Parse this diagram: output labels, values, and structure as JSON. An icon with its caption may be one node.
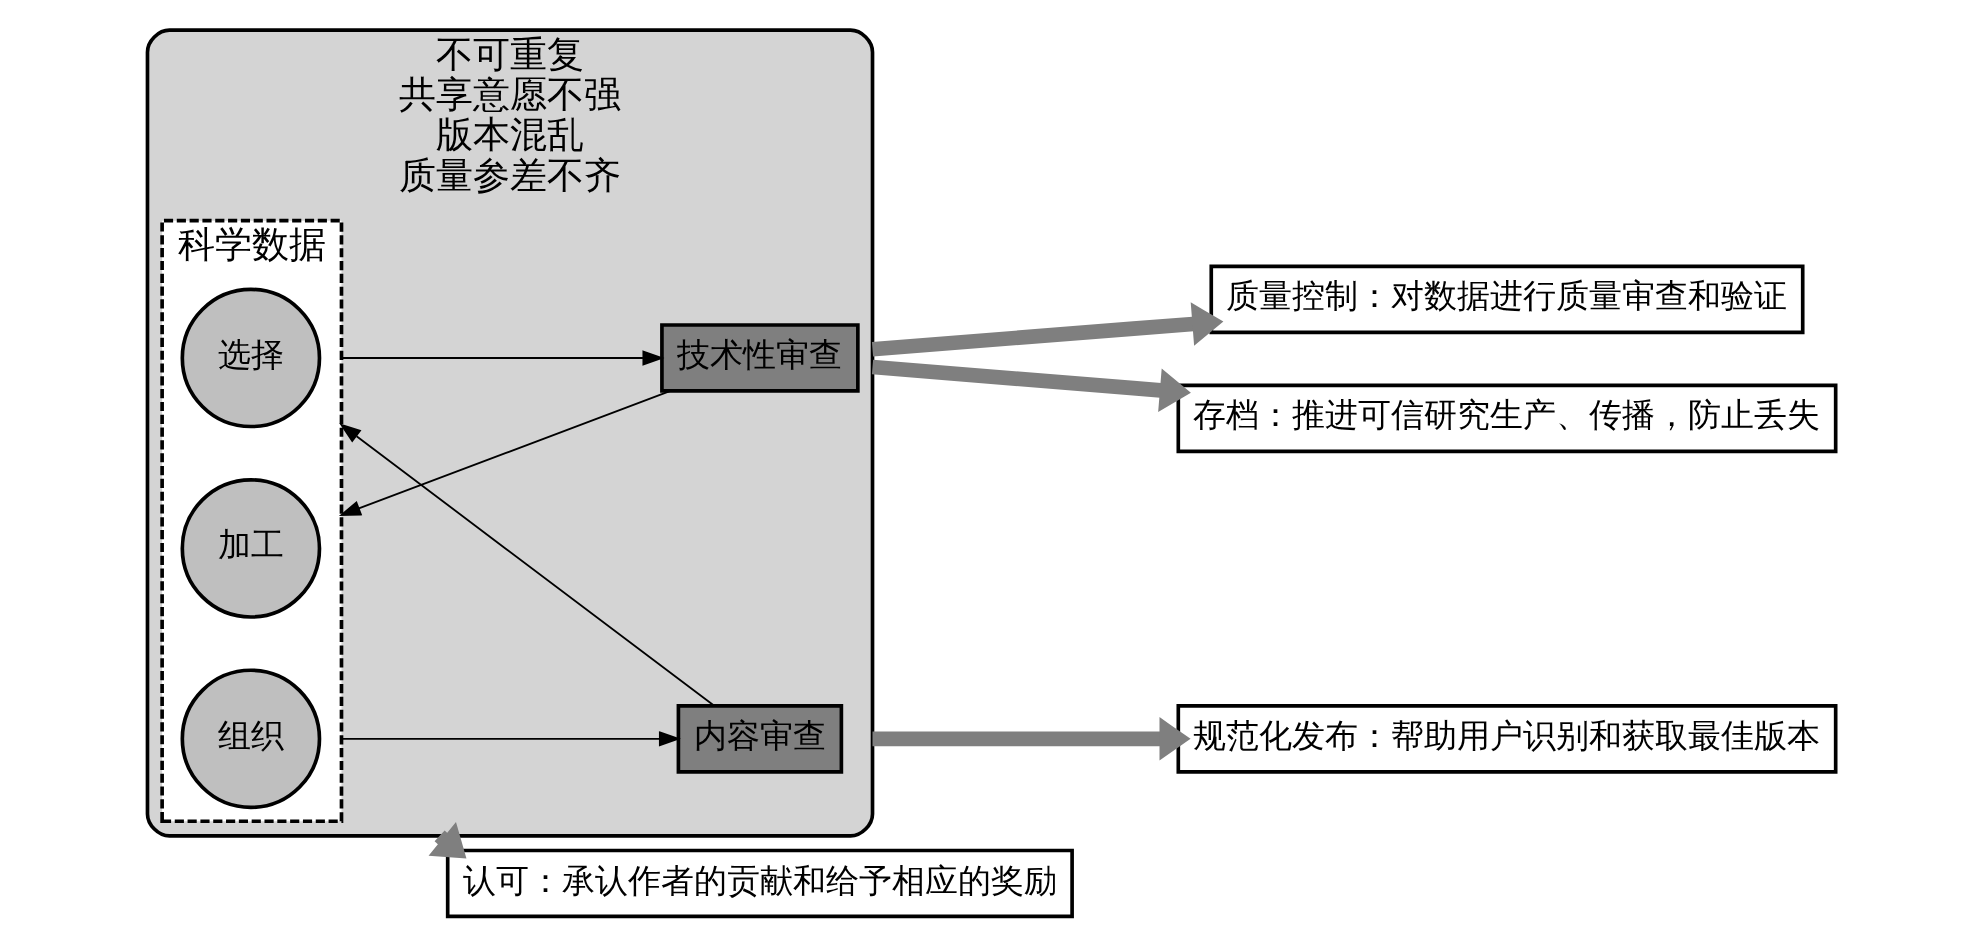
{
  "diagram": {
    "nodes": [
      {
        "text": [],
        "shape": "ellipse",
        "beside": [
          "不可重复",
          "共享意愿不强",
          "版本混乱",
          "质量参差不齐"
        ]
      },
      {
        "text": [
          "科学数据"
        ],
        "in": 0
      },
      {
        "text": [
          "技术性审查"
        ],
        "in": 0
      },
      {
        "text": [
          "选择"
        ],
        "in": 1
      },
      {
        "text": [
          "加工"
        ],
        "in": 1
      },
      {
        "text": [
          "组织"
        ],
        "in": 1
      },
      {
        "text": [
          "内容审查"
        ],
        "in": 0
      },
      {
        "text": [
          "质量控制：对数据进行质量审查和验证"
        ]
      },
      {
        "text": [
          "规范化发布：帮助用户识别和获取最佳版本"
        ]
      },
      {
        "text": [
          "认可：承认作者的贡献和给予相应的奖励"
        ]
      },
      {
        "text": [
          "存档：推进可信研究生产、传播，防止丢失"
        ]
      }
    ],
    "edges": [
      {
        "from": 1,
        "to": 2,
        "arrow": "to"
      },
      {
        "from": 2,
        "to": 1,
        "arrow": "to"
      },
      {
        "from": 1,
        "to": 6,
        "arrow": "to"
      },
      {
        "from": 6,
        "to": 1,
        "arrow": "to"
      },
      {
        "from": 0,
        "to": 7,
        "arrow": "to",
        "style": "thick",
        "color": "#7f7f7f"
      },
      {
        "from": 0,
        "to": 8,
        "arrow": "to",
        "style": "thick",
        "color": "#7f7f7f"
      },
      {
        "from": 0,
        "to": 9,
        "arrow": "to",
        "style": "thick",
        "color": "#7f7f7f"
      },
      {
        "from": 0,
        "to": 10,
        "arrow": "to",
        "style": "thick",
        "color": "#7f7f7f"
      }
    ]
  }
}
